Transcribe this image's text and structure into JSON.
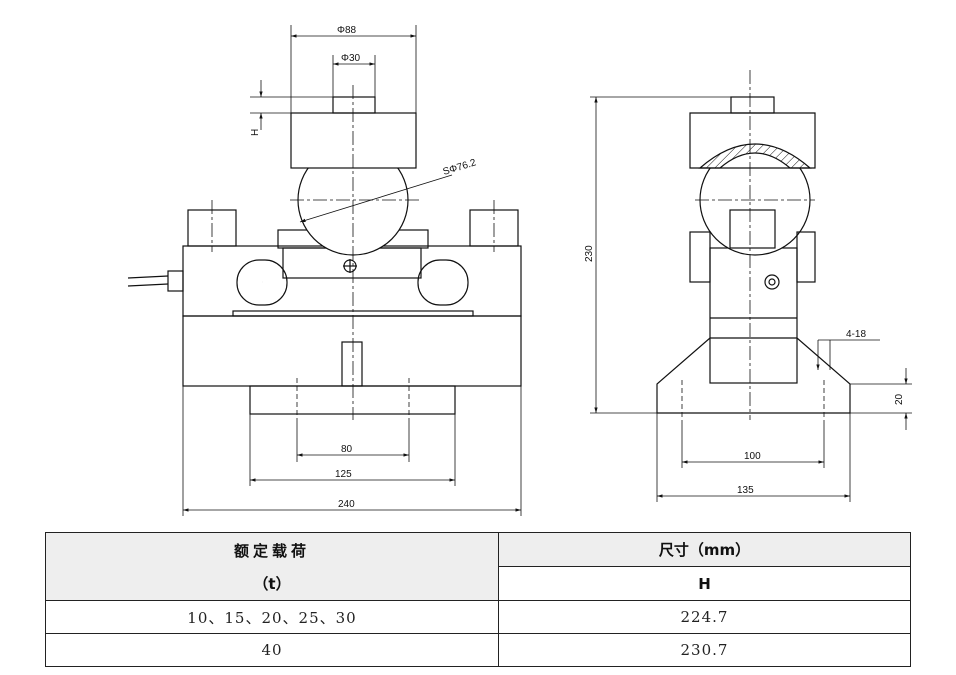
{
  "drawing": {
    "front_view": {
      "top_diameter": "Φ88",
      "pin_diameter": "Φ30",
      "height_label": "H",
      "sphere_radius": "SΦ76.2",
      "dim_inner": "80",
      "dim_middle": "125",
      "dim_overall": "240"
    },
    "side_view": {
      "height": "230",
      "holes": "4-18",
      "base_thickness": "20",
      "dim_inner": "100",
      "dim_overall": "135"
    }
  },
  "table": {
    "header_col1_line1": "额定载荷",
    "header_col1_line2": "（t）",
    "header_col2": "尺寸（mm）",
    "subheader_col2": "H",
    "rows": [
      {
        "load": "10、15、20、25、30",
        "h": "224.7"
      },
      {
        "load": "40",
        "h": "230.7"
      }
    ]
  }
}
